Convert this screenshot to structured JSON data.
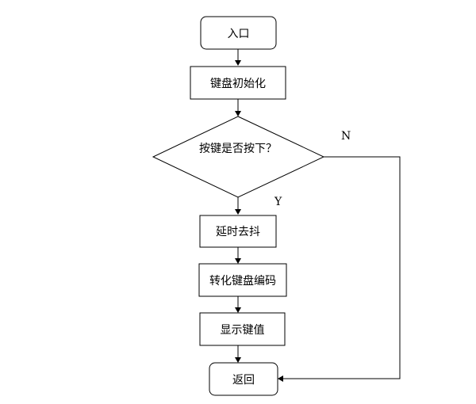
{
  "nodes": {
    "entry": "入口",
    "init": "键盘初始化",
    "decision": "按键是否按下？",
    "debounce": "延时去抖",
    "encode": "转化键盘编码",
    "display": "显示键值",
    "return": "返回"
  },
  "edges": {
    "yes": "Y",
    "no": "N"
  }
}
